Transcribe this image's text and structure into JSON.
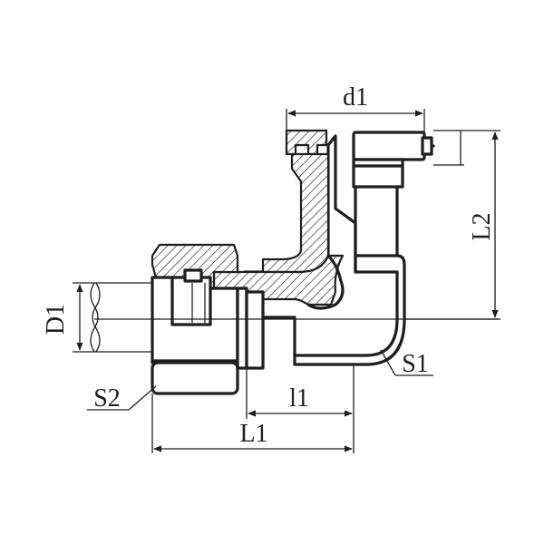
{
  "diagram": {
    "labels": {
      "d1": "d1",
      "L2": "L2",
      "D1": "D1",
      "S1": "S1",
      "S2": "S2",
      "l1": "l1",
      "L1": "L1"
    }
  }
}
